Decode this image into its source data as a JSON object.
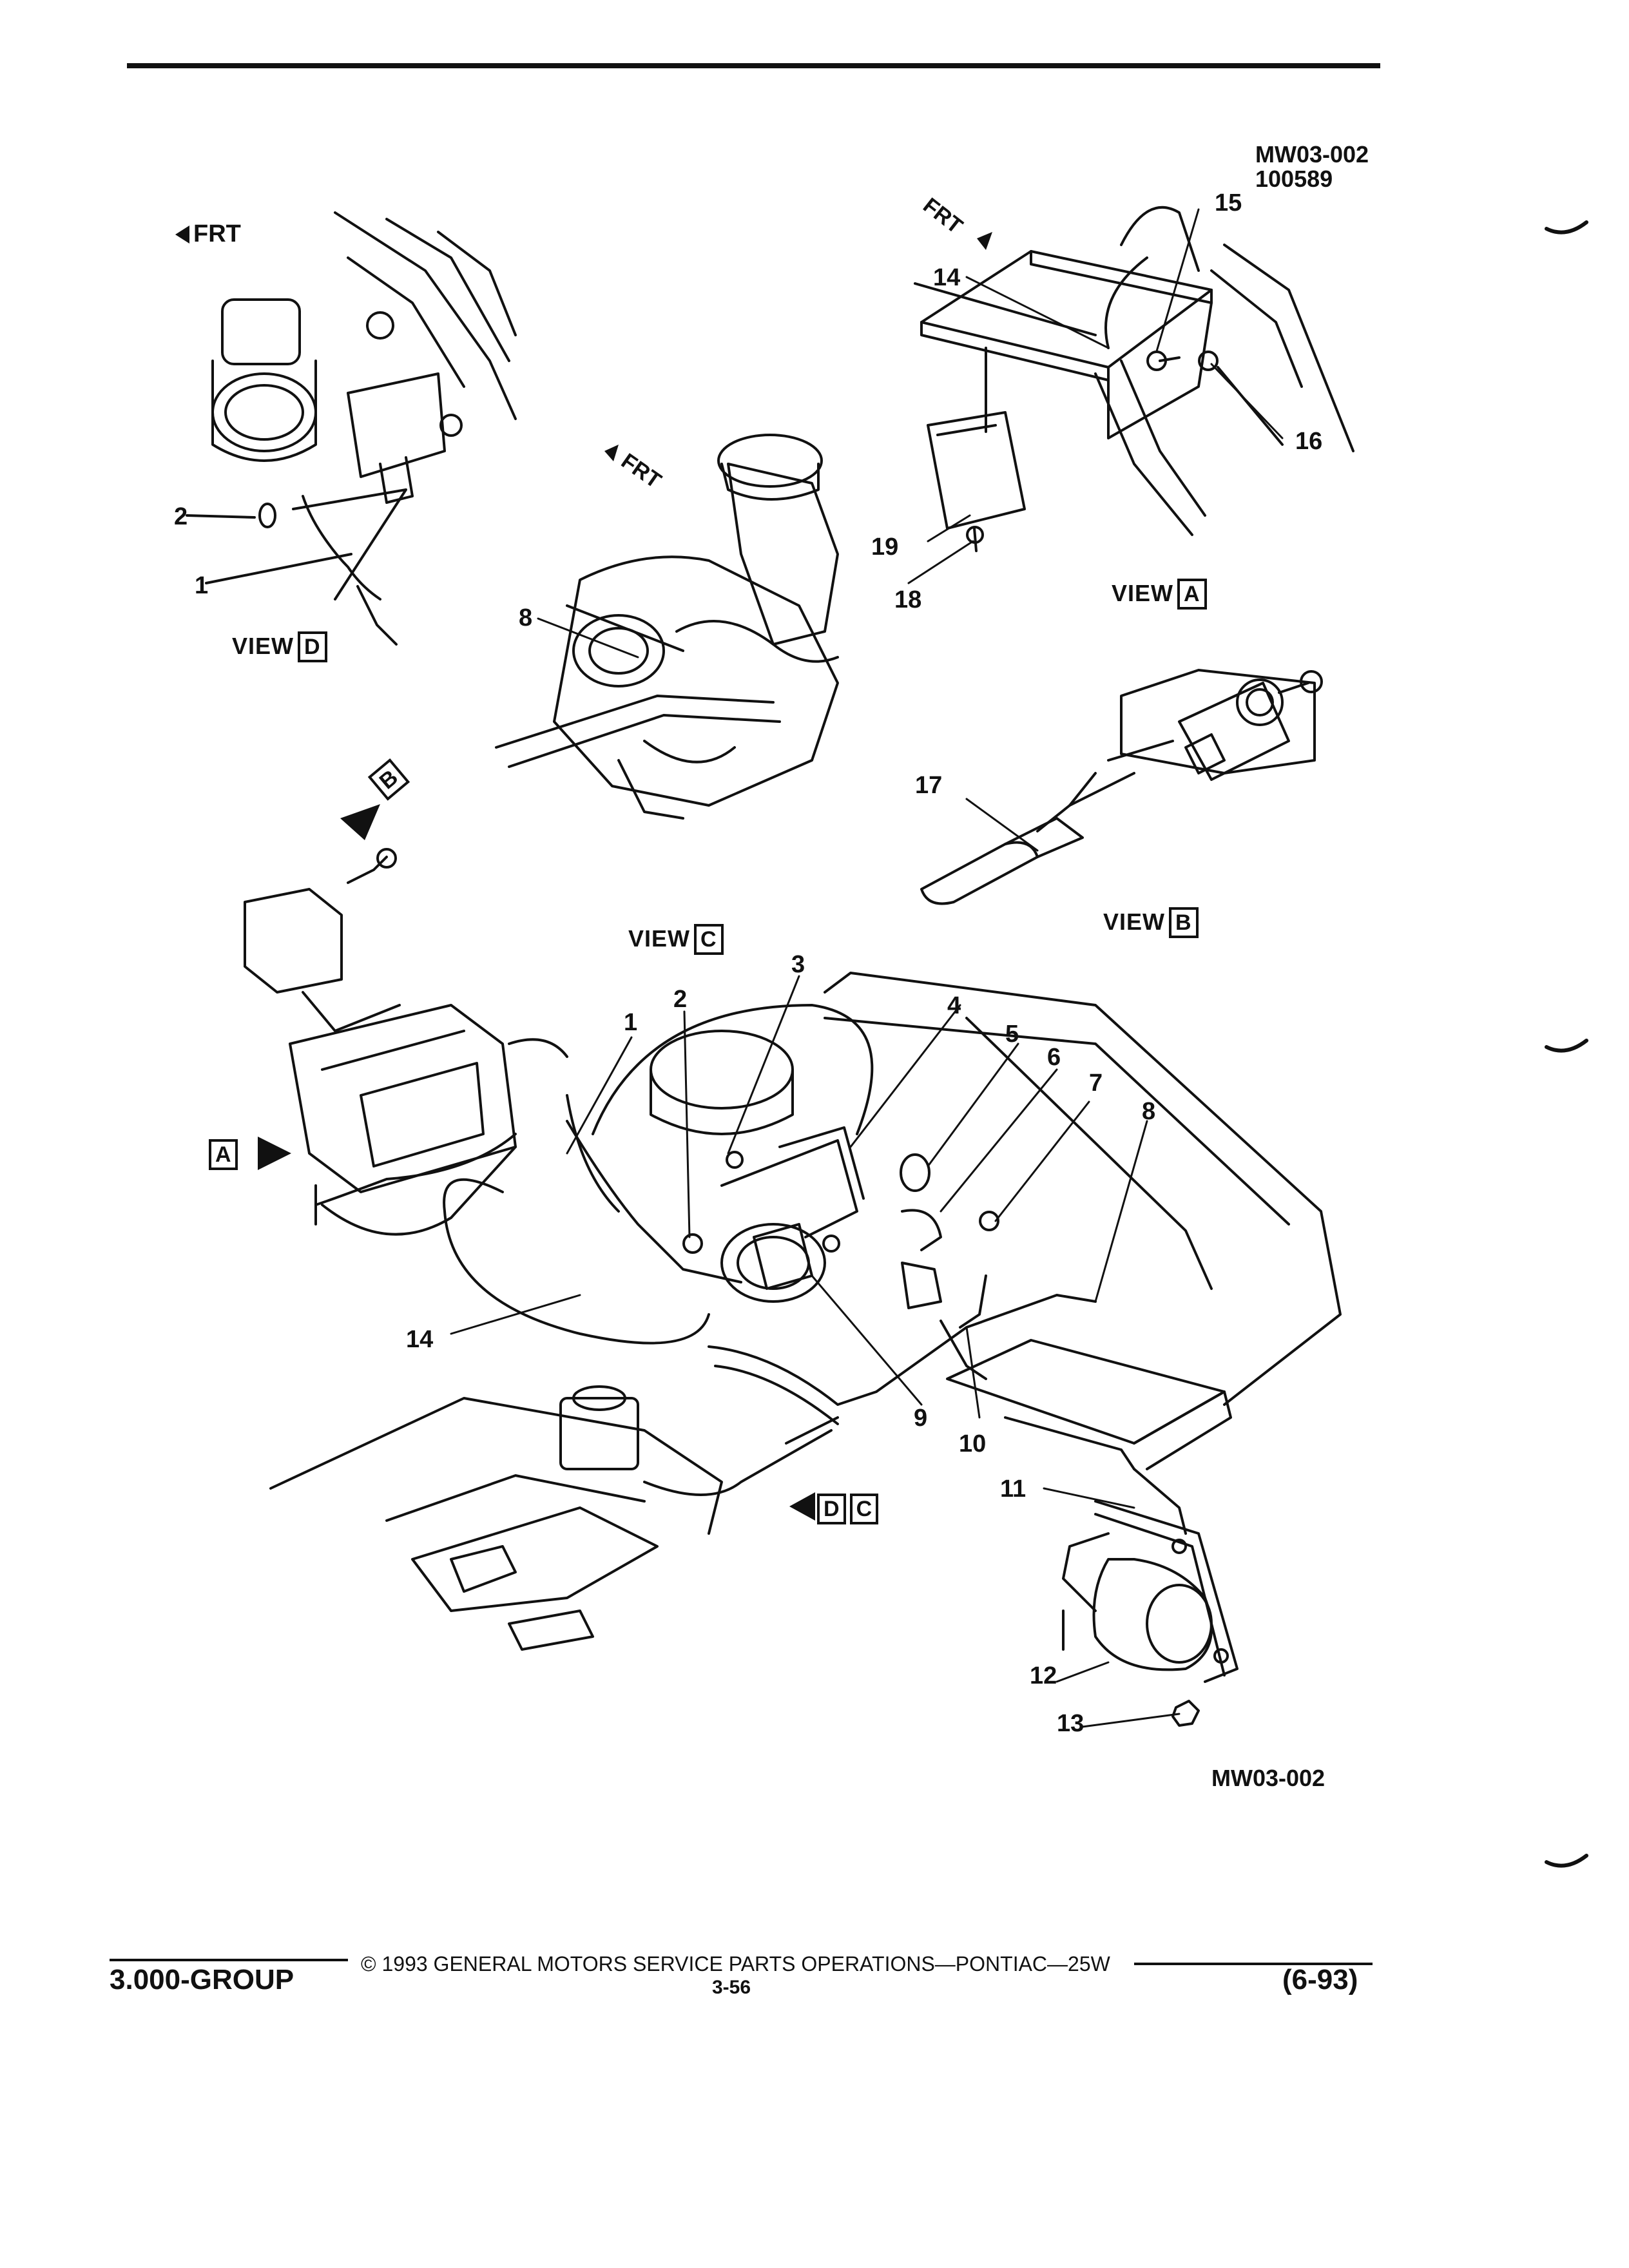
{
  "figure": {
    "code_top": "MW03-002",
    "date_code": "100589",
    "code_bottom": "MW03-002"
  },
  "orientation": {
    "front": "FRT"
  },
  "views": {
    "view_word": "VIEW",
    "a": "A",
    "b": "B",
    "c": "C",
    "d": "D"
  },
  "view_arrows": {
    "a": "A",
    "b": "B",
    "d": "D",
    "c": "C"
  },
  "callouts": {
    "main": [
      "1",
      "2",
      "3",
      "4",
      "5",
      "6",
      "7",
      "8",
      "9",
      "10",
      "11",
      "12",
      "13",
      "14"
    ],
    "view_a": [
      "14",
      "15",
      "16",
      "18",
      "19"
    ],
    "view_b": [
      "17"
    ],
    "view_c": [
      "8"
    ],
    "view_d": [
      "1",
      "2"
    ]
  },
  "footer": {
    "copyright": "© 1993  GENERAL MOTORS SERVICE PARTS OPERATIONS—PONTIAC—25W",
    "group": "3.000-GROUP",
    "page": "3-56",
    "date": "(6-93)"
  }
}
